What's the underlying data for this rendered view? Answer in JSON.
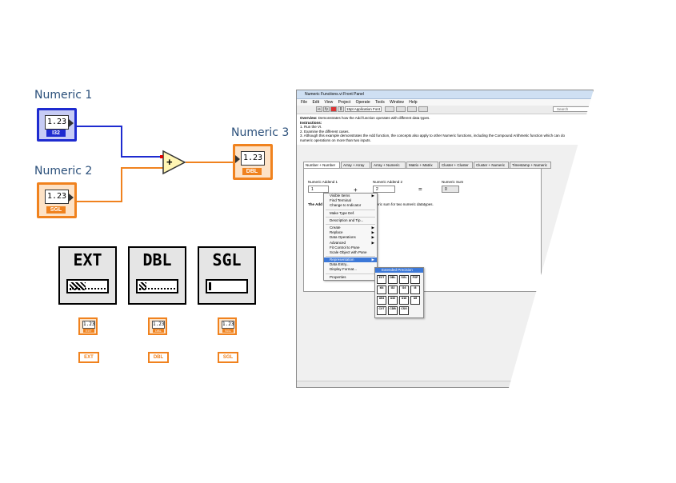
{
  "diagram": {
    "numeric1_label": "Numeric 1",
    "numeric2_label": "Numeric 2",
    "numeric3_label": "Numeric 3",
    "numeric_face": "1.23",
    "numeric1_type": "I32",
    "numeric2_type": "SGL",
    "numeric3_type": "DBL",
    "add_symbol": "+",
    "wire_blue": "#1e2bd0",
    "wire_orange": "#f0821e"
  },
  "palette": [
    {
      "label": "EXT"
    },
    {
      "label": "DBL"
    },
    {
      "label": "SGL"
    }
  ],
  "minis": [
    {
      "face": "1.23",
      "tag": "EXT",
      "chip": "EXT"
    },
    {
      "face": "1.23",
      "tag": "DBL",
      "chip": "DBL"
    },
    {
      "face": "1.23",
      "tag": "SGL",
      "chip": "SGL"
    }
  ],
  "window": {
    "title": "Numeric Functions.vi Front Panel",
    "menu": [
      "File",
      "Edit",
      "View",
      "Project",
      "Operate",
      "Tools",
      "Window",
      "Help"
    ],
    "font": "15pt Application Font",
    "search_placeholder": "Search",
    "overview_line1a": "Overview:",
    "overview_line1b": " Demonstrates how the Add function operates with different data types.",
    "instructions": "Instructions:",
    "step1": "1. Run the VI.",
    "step2": "2. Examine the different cases.",
    "step3": "3. Although this example demonstrates the Add function, the concepts also apply to other Numeric functions, including the Compound Arithmetic function which can do",
    "step3b": "numeric operations on more than two inputs.",
    "tabs": [
      "Number + Number",
      "Array + Array",
      "Array + Numeric",
      "Matrix + Matrix",
      "Cluster + Cluster",
      "Cluster + Numeric",
      "Timestamp + Numeric"
    ],
    "addend1_label": "Numeric Addend 1",
    "addend1_value": "1",
    "addend2_label": "Numeric Addend 2",
    "addend2_value": "2",
    "sum_label": "Numeric Sum",
    "sum_value": "0",
    "plus": "+",
    "equals": "=",
    "desc_a": "The Add",
    "desc_b": "meric sum for two numeric datatypes."
  },
  "context_menu": {
    "items": [
      {
        "label": "Visible Items",
        "arrow": "▶"
      },
      {
        "label": "Find Terminal",
        "arrow": ""
      },
      {
        "label": "Change to Indicator",
        "arrow": ""
      },
      {
        "sep": true
      },
      {
        "label": "Make Type Def.",
        "arrow": ""
      },
      {
        "sep": true
      },
      {
        "label": "Description and Tip...",
        "arrow": ""
      },
      {
        "sep": true
      },
      {
        "label": "Create",
        "arrow": "▶"
      },
      {
        "label": "Replace",
        "arrow": "▶"
      },
      {
        "label": "Data Operations",
        "arrow": "▶"
      },
      {
        "label": "Advanced",
        "arrow": "▶"
      },
      {
        "label": "Fit Control to Pane",
        "arrow": ""
      },
      {
        "label": "Scale Object with Pane",
        "arrow": ""
      },
      {
        "sep": true
      },
      {
        "label": "Representation",
        "arrow": "▶",
        "selected": true
      },
      {
        "label": "Data Entry...",
        "arrow": ""
      },
      {
        "label": "Display Format...",
        "arrow": ""
      },
      {
        "sep": true
      },
      {
        "label": "Properties",
        "arrow": ""
      }
    ],
    "submenu_title": "Extended Precision",
    "grid": [
      "EXT",
      "DBL",
      "SGL",
      "FXP",
      "I64",
      "I32",
      "I16",
      "I8",
      "U64",
      "U32",
      "U16",
      "U8",
      "CXT",
      "CDB",
      "CSG",
      ""
    ]
  }
}
